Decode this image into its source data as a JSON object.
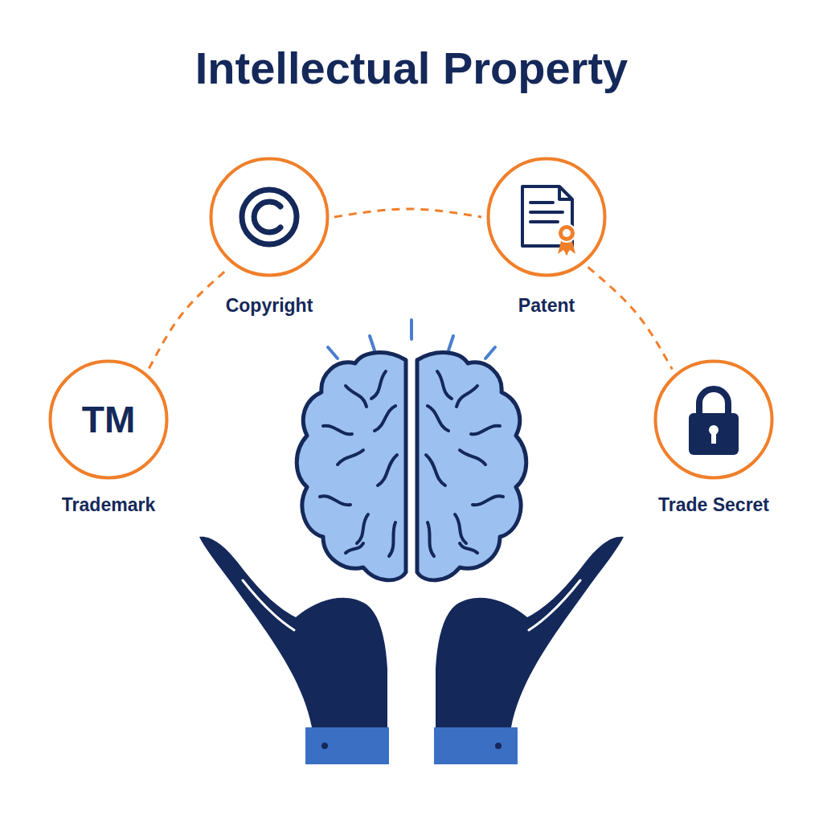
{
  "diagram": {
    "title": "Intellectual Property",
    "nodes": [
      {
        "text": [
          "Copyright"
        ]
      },
      {
        "text": [
          "Patent"
        ]
      },
      {
        "text": [
          "TM",
          "Trademark"
        ]
      },
      {
        "text": [
          "Trade Secret"
        ]
      }
    ],
    "edges": [
      {
        "from": 2,
        "to": 0,
        "arrow": "none"
      },
      {
        "from": 0,
        "to": 1,
        "arrow": "none"
      },
      {
        "from": 1,
        "to": 3,
        "arrow": "none"
      }
    ]
  }
}
